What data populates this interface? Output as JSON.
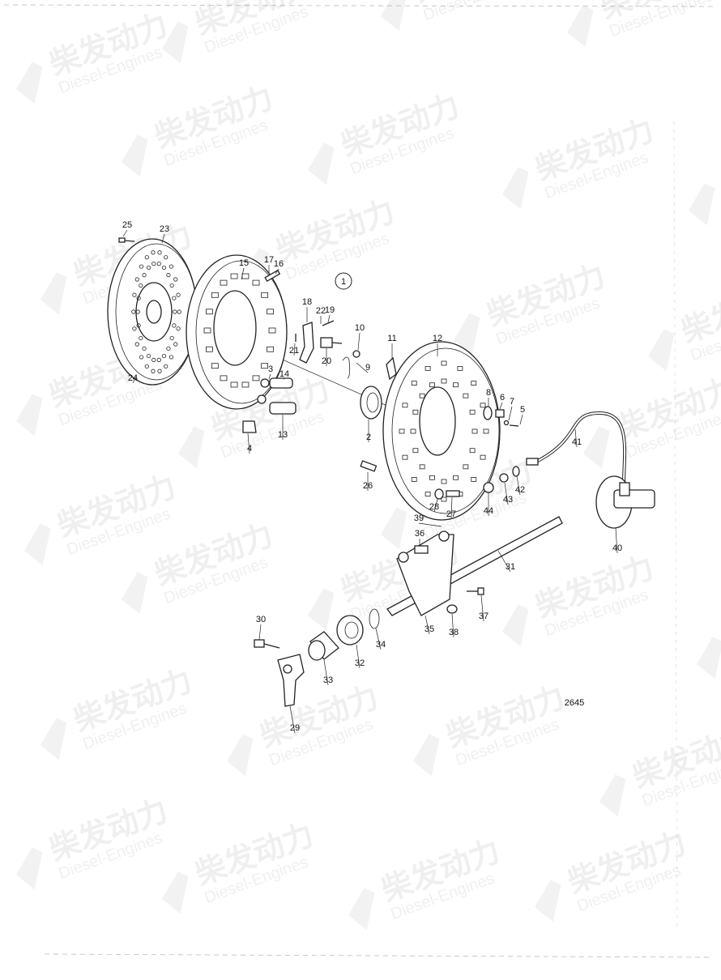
{
  "diagram": {
    "drawing_number": "2645",
    "assembly_callout": "1",
    "part_labels": [
      "25",
      "23",
      "15",
      "17",
      "16",
      "18",
      "22",
      "19",
      "10",
      "11",
      "12",
      "21",
      "20",
      "9",
      "3",
      "14",
      "8",
      "6",
      "7",
      "5",
      "24",
      "13",
      "4",
      "2",
      "41",
      "26",
      "28",
      "27",
      "44",
      "43",
      "42",
      "40",
      "39",
      "36",
      "31",
      "30",
      "35",
      "38",
      "37",
      "34",
      "32",
      "33",
      "29"
    ]
  },
  "watermark": {
    "brand_cn": "柴发动力",
    "brand_en": "Diesel-Engines"
  }
}
